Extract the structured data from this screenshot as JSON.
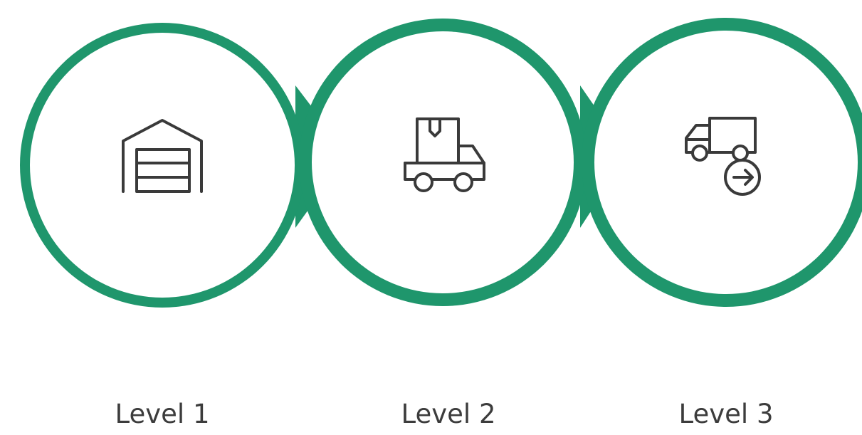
{
  "accent_color": "#1f966c",
  "icon_color": "#3a3a3a",
  "label_color": "#3c3c3c",
  "steps": [
    {
      "label": "Level 1",
      "icon": "warehouse-icon"
    },
    {
      "label": "Level 2",
      "icon": "delivery-truck-package-icon"
    },
    {
      "label": "Level 3",
      "icon": "truck-dispatch-arrow-icon"
    }
  ]
}
